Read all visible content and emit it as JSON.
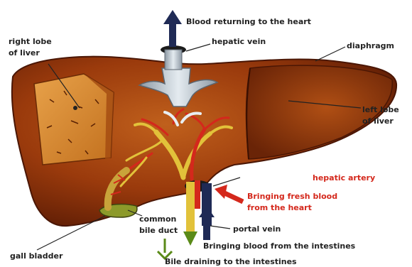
{
  "labels": {
    "blood_returning": "Blood returning to the heart",
    "hepatic_vein": "hepatic vein",
    "diaphragm": "diaphragm",
    "right_lobe_line1": "right lobe",
    "right_lobe_line2": "of liver",
    "left_lobe_line1": "left lobe",
    "left_lobe_line2": "of liver",
    "hepatic_artery": "hepatic artery",
    "fresh_blood_line1": "Bringing fresh blood",
    "fresh_blood_line2": "from the heart",
    "common_bile_line1": "common",
    "common_bile_line2": "bile duct",
    "portal_vein": "portal vein",
    "blood_from_intestines": "Bringing blood from the intestines",
    "gall_bladder": "gall bladder",
    "bile_draining": "Bile draining to the intestines"
  },
  "colors": {
    "liver_main": "#9a3a0c",
    "liver_light": "#c8681e",
    "liver_dark": "#5c1c05",
    "hepatic_vein_grey": "#b9c3cc",
    "artery_red": "#d4281c",
    "bile_yellow": "#e2c23a",
    "gall_green": "#8c9a2a",
    "portal_navy": "#1f2a55",
    "label_dark": "#222222",
    "label_red": "#d4281c"
  }
}
